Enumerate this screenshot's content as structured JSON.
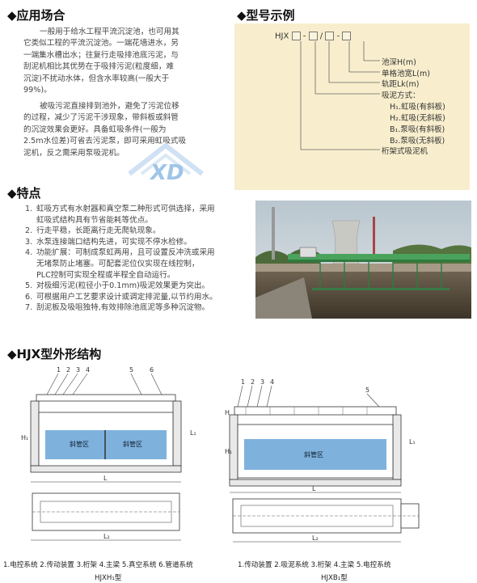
{
  "sections": {
    "application": "◆应用场合",
    "model": "◆型号示例",
    "features": "◆特点",
    "structure": "◆HJX型外形结构"
  },
  "application_paragraphs": {
    "p1_lines": [
      "一般用于给水工程平流沉淀池，也可用其",
      "它类似工程的平流沉淀池。一端花墙进水，另",
      "一端集水槽出水；往复行走吸排池底污泥，与",
      "刮泥机相比其优势在于吸排污泥(粒度细，难",
      "沉淀)不扰动水体，但含水率较高(一般大于",
      "99%)。"
    ],
    "p2_lines": [
      "被吸污泥直接排到池外，避免了污泥位移",
      "的过程，减少了污泥干涉现象，带斜板或斜管",
      "的沉淀效果会更好。具备虹吸条件(一般为",
      "2.5m水位差)可省去污泥泵，即可采用虹吸式吸",
      "泥机，反之需采用泵吸泥机。"
    ]
  },
  "model_example": {
    "prefix": "HJX",
    "dash1": "-",
    "slash": "/",
    "dash2": "-",
    "labels": [
      "池深H(m)",
      "单格池宽L(m)",
      "轨距Lk(m)",
      "吸泥方式：",
      "H₁.虹吸(有斜板)",
      "H₂.虹吸(无斜板)",
      "B₁.泵吸(有斜板)",
      "B₂.泵吸(无斜板)",
      "桁架式吸泥机"
    ]
  },
  "features_list": [
    {
      "num": "1.",
      "lines": [
        "虹吸方式有水射器和真空泵二种形式可供选择，采用",
        "虹吸式结构具有节省能耗等优点。"
      ]
    },
    {
      "num": "2.",
      "lines": [
        "行走平稳，长距离行走无爬轨现象。"
      ]
    },
    {
      "num": "3.",
      "lines": [
        "水泵连接端口结构先进，可实现不停水检修。"
      ]
    },
    {
      "num": "4.",
      "lines": [
        "功能扩展：可制成泵虹两用，且可设置反冲洗或采用",
        "无堵泵防止堵塞。可配套泥位仪实现在线控制，",
        "PLC控制可实现全程或半程全自动运行。"
      ]
    },
    {
      "num": "5.",
      "lines": [
        "对极细污泥(粒径小于0.1mm)吸泥效果更为突出。"
      ]
    },
    {
      "num": "6.",
      "lines": [
        "可根据用户工艺要求设计或调定排泥量,以节约用水。"
      ]
    },
    {
      "num": "7.",
      "lines": [
        "刮泥板及吸咀独特,有效排除池底泥等多种沉淀物。"
      ]
    }
  ],
  "watermark": "XD",
  "drawings": {
    "left": {
      "callouts": [
        "1",
        "2",
        "3",
        "4",
        "5",
        "6"
      ],
      "zone_labels": [
        "斜管区",
        "斜管区"
      ],
      "dims": [
        "H₁",
        "L₁",
        "L",
        "L₂"
      ],
      "caption": "1.电控系统  2.传动装置  3.桁架  4.主梁  5.真空系统  6.管道系统",
      "title": "HJXH₁型"
    },
    "right": {
      "callouts": [
        "1",
        "2",
        "3",
        "4",
        "5"
      ],
      "zone_labels": [
        "斜管区"
      ],
      "dims": [
        "H",
        "H₁",
        "L₁",
        "L",
        "L₂"
      ],
      "caption": "1.传动装置  2.吸泥系统  3.桁架  4.主梁  5.电控系统",
      "title": "HJXB₁型"
    }
  },
  "colors": {
    "model_bg": "#f8eecd",
    "water_blue": "#7fb1dd",
    "watermark_blue": "#9fc5e8"
  }
}
